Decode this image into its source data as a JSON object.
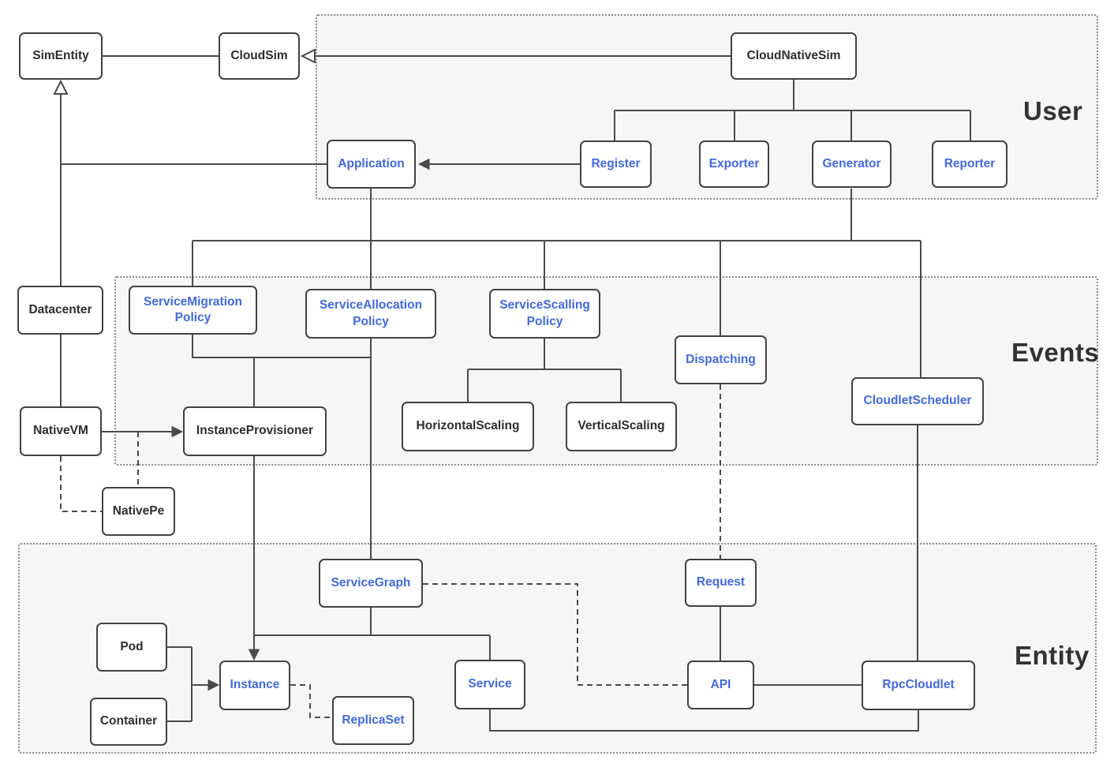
{
  "colors": {
    "accent_blue": "#4169E1",
    "text_dark": "#2d2d2d",
    "box_border": "#424242",
    "line": "#4a4a4a",
    "region_fill": "#f6f6f6",
    "region_border": "#8c8c8c",
    "region_label": "#333333",
    "page_background": "#ffffff"
  },
  "regions": {
    "user": {
      "label": "User"
    },
    "events": {
      "label": "Events"
    },
    "entity": {
      "label": "Entity"
    }
  },
  "nodes": {
    "simEntity": {
      "label": "SimEntity"
    },
    "cloudSim": {
      "label": "CloudSim"
    },
    "cloudNativeSim": {
      "label": "CloudNativeSim"
    },
    "application": {
      "label": "Application"
    },
    "register": {
      "label": "Register"
    },
    "exporter": {
      "label": "Exporter"
    },
    "generator": {
      "label": "Generator"
    },
    "reporter": {
      "label": "Reporter"
    },
    "datacenter": {
      "label": "Datacenter"
    },
    "serviceMigrationPolicy": {
      "label": "ServiceMigration Policy"
    },
    "serviceAllocationPolicy": {
      "label": "ServiceAllocation Policy"
    },
    "serviceScallingPolicy": {
      "label": "ServiceScalling Policy"
    },
    "dispatching": {
      "label": "Dispatching"
    },
    "cloudletScheduler": {
      "label": "CloudletScheduler"
    },
    "horizontalScaling": {
      "label": "HorizontalScaling"
    },
    "verticalScaling": {
      "label": "VerticalScaling"
    },
    "nativeVM": {
      "label": "NativeVM"
    },
    "instanceProvisioner": {
      "label": "InstanceProvisioner"
    },
    "nativePe": {
      "label": "NativePe"
    },
    "serviceGraph": {
      "label": "ServiceGraph"
    },
    "request": {
      "label": "Request"
    },
    "pod": {
      "label": "Pod"
    },
    "instance": {
      "label": "Instance"
    },
    "service": {
      "label": "Service"
    },
    "api": {
      "label": "API"
    },
    "rpcCloudlet": {
      "label": "RpcCloudlet"
    },
    "container": {
      "label": "Container"
    },
    "replicaSet": {
      "label": "ReplicaSet"
    }
  },
  "edges": [
    {
      "from": "SimEntity",
      "to": "CloudSim",
      "line": "solid",
      "arrow": "none"
    },
    {
      "from": "CloudNativeSim",
      "to": "CloudSim",
      "line": "solid",
      "arrow": "hollow-triangle"
    },
    {
      "from": "Datacenter",
      "to": "SimEntity",
      "line": "solid",
      "arrow": "hollow-triangle"
    },
    {
      "from": "Application",
      "to": "SimEntity",
      "line": "solid",
      "arrow": "hollow-triangle"
    },
    {
      "from": "CloudNativeSim",
      "to": "Register",
      "line": "solid",
      "arrow": "none"
    },
    {
      "from": "CloudNativeSim",
      "to": "Exporter",
      "line": "solid",
      "arrow": "none"
    },
    {
      "from": "CloudNativeSim",
      "to": "Generator",
      "line": "solid",
      "arrow": "none"
    },
    {
      "from": "CloudNativeSim",
      "to": "Reporter",
      "line": "solid",
      "arrow": "none"
    },
    {
      "from": "Register",
      "to": "Application",
      "line": "solid",
      "arrow": "filled"
    },
    {
      "from": "Application",
      "to": "ServiceAllocationPolicy",
      "line": "solid",
      "arrow": "none"
    },
    {
      "from": "Generator",
      "to": "ServiceMigrationPolicy",
      "line": "solid",
      "arrow": "none"
    },
    {
      "from": "Generator",
      "to": "ServiceScallingPolicy",
      "line": "solid",
      "arrow": "none"
    },
    {
      "from": "Generator",
      "to": "Dispatching",
      "line": "solid",
      "arrow": "none"
    },
    {
      "from": "Generator",
      "to": "CloudletScheduler",
      "line": "solid",
      "arrow": "none"
    },
    {
      "from": "ServiceMigrationPolicy",
      "to": "InstanceProvisioner",
      "line": "solid",
      "arrow": "none"
    },
    {
      "from": "ServiceAllocationPolicy",
      "to": "InstanceProvisioner",
      "line": "solid",
      "arrow": "none"
    },
    {
      "from": "ServiceAllocationPolicy",
      "to": "ServiceGraph",
      "line": "solid",
      "arrow": "none"
    },
    {
      "from": "ServiceScallingPolicy",
      "to": "HorizontalScaling",
      "line": "solid",
      "arrow": "none"
    },
    {
      "from": "ServiceScallingPolicy",
      "to": "VerticalScaling",
      "line": "solid",
      "arrow": "none"
    },
    {
      "from": "Dispatching",
      "to": "Request",
      "line": "dashed",
      "arrow": "none"
    },
    {
      "from": "CloudletScheduler",
      "to": "RpcCloudlet",
      "line": "solid",
      "arrow": "none"
    },
    {
      "from": "Datacenter",
      "to": "NativeVM",
      "line": "solid",
      "arrow": "none"
    },
    {
      "from": "NativeVM",
      "to": "InstanceProvisioner",
      "line": "solid",
      "arrow": "filled"
    },
    {
      "from": "NativeVM",
      "to": "NativePe",
      "line": "dashed",
      "arrow": "none"
    },
    {
      "from": "NativePe",
      "to": "NativeVM-InstanceProvisioner link",
      "line": "dashed",
      "arrow": "none"
    },
    {
      "from": "InstanceProvisioner",
      "to": "Instance",
      "line": "solid",
      "arrow": "filled"
    },
    {
      "from": "ServiceGraph",
      "to": "Service",
      "line": "solid",
      "arrow": "none"
    },
    {
      "from": "ServiceGraph",
      "to": "Instance",
      "line": "solid",
      "arrow": "none"
    },
    {
      "from": "ServiceGraph",
      "to": "API",
      "line": "dashed",
      "arrow": "none"
    },
    {
      "from": "Request",
      "to": "API",
      "line": "solid",
      "arrow": "none"
    },
    {
      "from": "API",
      "to": "RpcCloudlet",
      "line": "solid",
      "arrow": "none"
    },
    {
      "from": "Service",
      "to": "RpcCloudlet",
      "line": "solid",
      "arrow": "none"
    },
    {
      "from": "Pod",
      "to": "Instance",
      "line": "solid",
      "arrow": "filled"
    },
    {
      "from": "Container",
      "to": "Instance",
      "line": "solid",
      "arrow": "filled"
    },
    {
      "from": "Instance",
      "to": "ReplicaSet",
      "line": "dashed",
      "arrow": "none"
    }
  ]
}
